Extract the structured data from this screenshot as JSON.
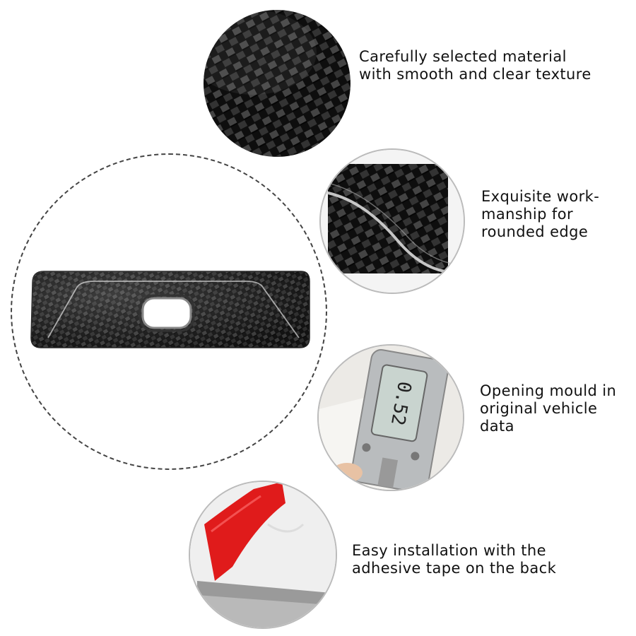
{
  "features": [
    {
      "lines": [
        "Carefully selected material",
        "with smooth and clear texture"
      ]
    },
    {
      "lines": [
        "Exquisite work-",
        "manship for",
        "rounded edge"
      ]
    },
    {
      "lines": [
        "Opening mould in",
        "original vehicle",
        "data"
      ]
    },
    {
      "lines": [
        "Easy installation with the",
        "adhesive tape on the back"
      ]
    }
  ],
  "caliper_reading": "0.52",
  "colors": {
    "carbon": "#141414",
    "tape_red": "#e01b1b",
    "dashed_border": "#444444"
  }
}
